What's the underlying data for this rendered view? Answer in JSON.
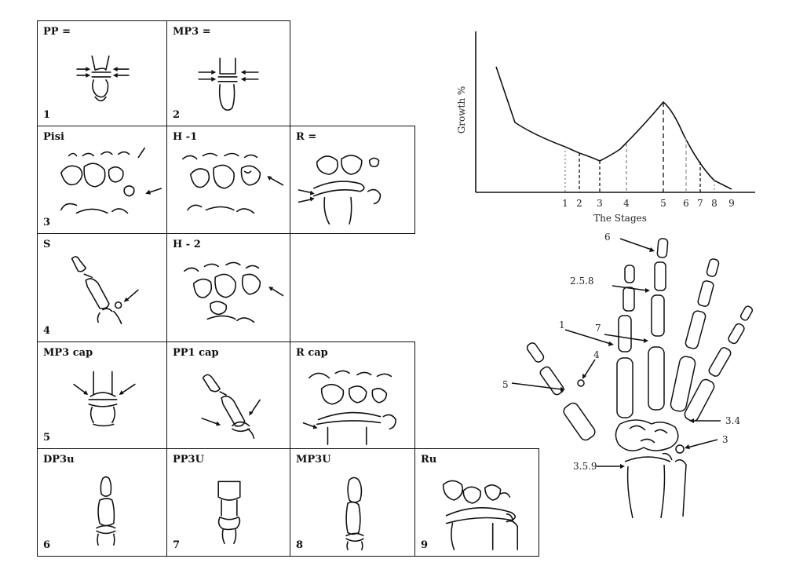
{
  "panels": [
    {
      "id": "pp",
      "title": "PP =",
      "number": "1"
    },
    {
      "id": "mp3",
      "title": "MP3 =",
      "number": "2"
    },
    {
      "id": "pisi",
      "title": "Pisi",
      "number": "3"
    },
    {
      "id": "h1",
      "title": "H -1",
      "number": ""
    },
    {
      "id": "r",
      "title": "R =",
      "number": ""
    },
    {
      "id": "s",
      "title": "S",
      "number": "4"
    },
    {
      "id": "h2",
      "title": "H - 2",
      "number": ""
    },
    {
      "id": "mp3cap",
      "title": "MP3 cap",
      "number": "5"
    },
    {
      "id": "pp1cap",
      "title": "PP1 cap",
      "number": ""
    },
    {
      "id": "rcap",
      "title": "R cap",
      "number": ""
    },
    {
      "id": "dp3u",
      "title": "DP3u",
      "number": "6"
    },
    {
      "id": "pp3u",
      "title": "PP3U",
      "number": "7"
    },
    {
      "id": "mp3u",
      "title": "MP3U",
      "number": "8"
    },
    {
      "id": "ru",
      "title": "Ru",
      "number": "9"
    }
  ],
  "growth_chart": {
    "ylabel": "Growth %",
    "xlabel": "The Stages",
    "ticks": [
      "1",
      "2",
      "3",
      "4",
      "5",
      "6",
      "7",
      "8",
      "9"
    ]
  },
  "hand_labels": [
    "6",
    "2.5.8",
    "1",
    "7",
    "4",
    "5",
    "3.4",
    "3",
    "3.5.9"
  ]
}
